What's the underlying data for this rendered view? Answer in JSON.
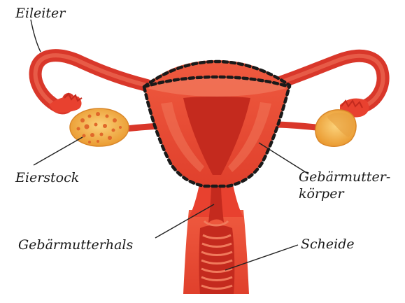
{
  "labels": {
    "eileiter": "Eileiter",
    "eierstock": "Eierstock",
    "gebaermutterkoerper_line1": "Gebärmutter-",
    "gebaermutterkoerper_line2": "körper",
    "gebaermutterhals": "Gebärmutterhals",
    "scheide": "Scheide"
  },
  "colors": {
    "tissue": "#e8412f",
    "tissue_dark": "#c42a1e",
    "tissue_light": "#f27a5e",
    "ovary": "#f5b03c",
    "ovary_spots": "#e0682a",
    "outline_dash": "#1a1a1a",
    "leader_line": "#222222"
  }
}
